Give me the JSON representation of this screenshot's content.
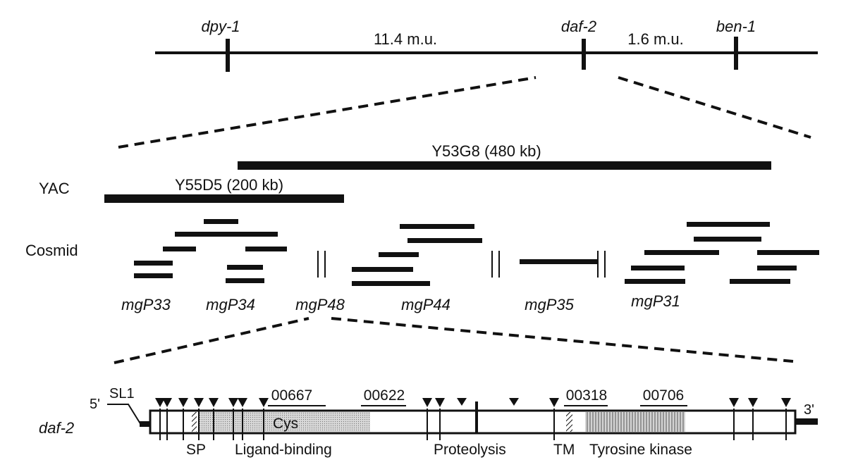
{
  "genetic_map": {
    "loci": [
      {
        "name": "dpy-1"
      },
      {
        "name": "daf-2"
      },
      {
        "name": "ben-1"
      }
    ],
    "distances": [
      "11.4 m.u.",
      "1.6 m.u."
    ]
  },
  "physical_map": {
    "yac_label": "YAC",
    "yacs": [
      {
        "label": "Y53G8 (480 kb)"
      },
      {
        "label": "Y55D5 (200 kb)"
      }
    ],
    "cosmid_label": "Cosmid",
    "contigs": [
      "mgP33",
      "mgP34",
      "mgP48",
      "mgP44",
      "mgP35",
      "mgP31"
    ]
  },
  "gene_model": {
    "gene_name": "daf-2",
    "five_prime": "5'",
    "three_prime": "3'",
    "sl1_label": "SL1",
    "exon_labels": [
      "00667",
      "00622",
      "00318",
      "00706"
    ],
    "domain_labels": [
      "SP",
      "Ligand-binding",
      "Cys",
      "Proteolysis",
      "TM",
      "Tyrosine kinase"
    ],
    "colors": {
      "ink": "#111111",
      "cys_fill": "#d2d2d2",
      "kinase_fill": "#c4c4c4"
    }
  }
}
